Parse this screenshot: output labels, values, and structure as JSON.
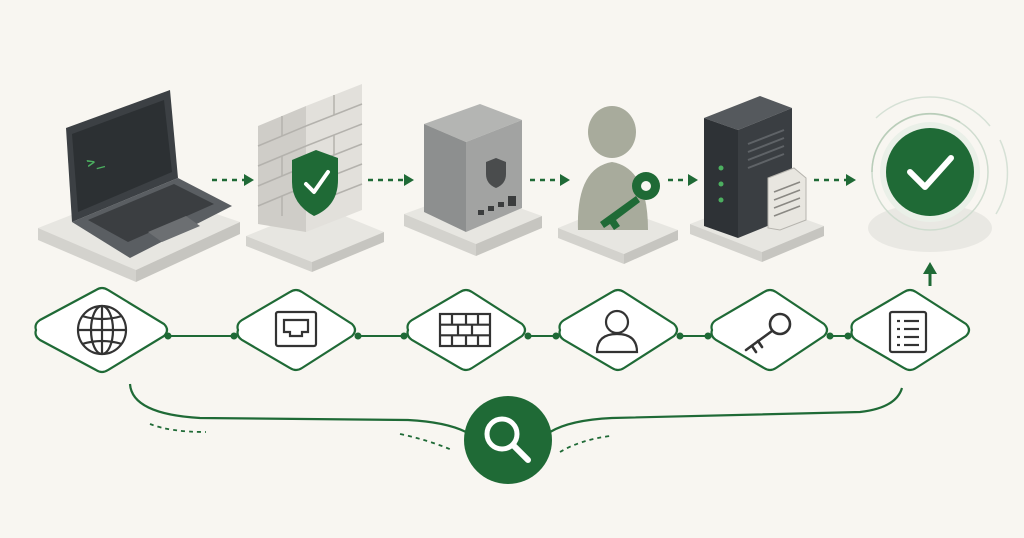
{
  "theme": {
    "background": "#f8f6f1",
    "accent": "#1f6a36",
    "accent_dark": "#1b4f2c",
    "device_dark": "#3a3e42",
    "device_mid": "#8d8f8f",
    "outline_gray": "#4a4a4a"
  },
  "devices": [
    {
      "id": "laptop",
      "icon": "laptop-terminal-icon",
      "screen_text": ">_"
    },
    {
      "id": "firewall",
      "icon": "brick-wall-shield-icon"
    },
    {
      "id": "gateway",
      "icon": "gateway-box-icon"
    },
    {
      "id": "identity",
      "icon": "user-key-icon"
    },
    {
      "id": "server",
      "icon": "server-document-icon"
    },
    {
      "id": "verified",
      "icon": "check-circle-icon"
    }
  ],
  "flow_nodes": [
    {
      "id": "internet",
      "icon": "globe-icon"
    },
    {
      "id": "network-port",
      "icon": "ethernet-port-icon"
    },
    {
      "id": "firewall-rule",
      "icon": "brick-wall-icon"
    },
    {
      "id": "user",
      "icon": "user-icon"
    },
    {
      "id": "credential",
      "icon": "key-icon"
    },
    {
      "id": "log",
      "icon": "document-list-icon"
    }
  ],
  "inspector": {
    "icon": "magnifier-icon"
  }
}
